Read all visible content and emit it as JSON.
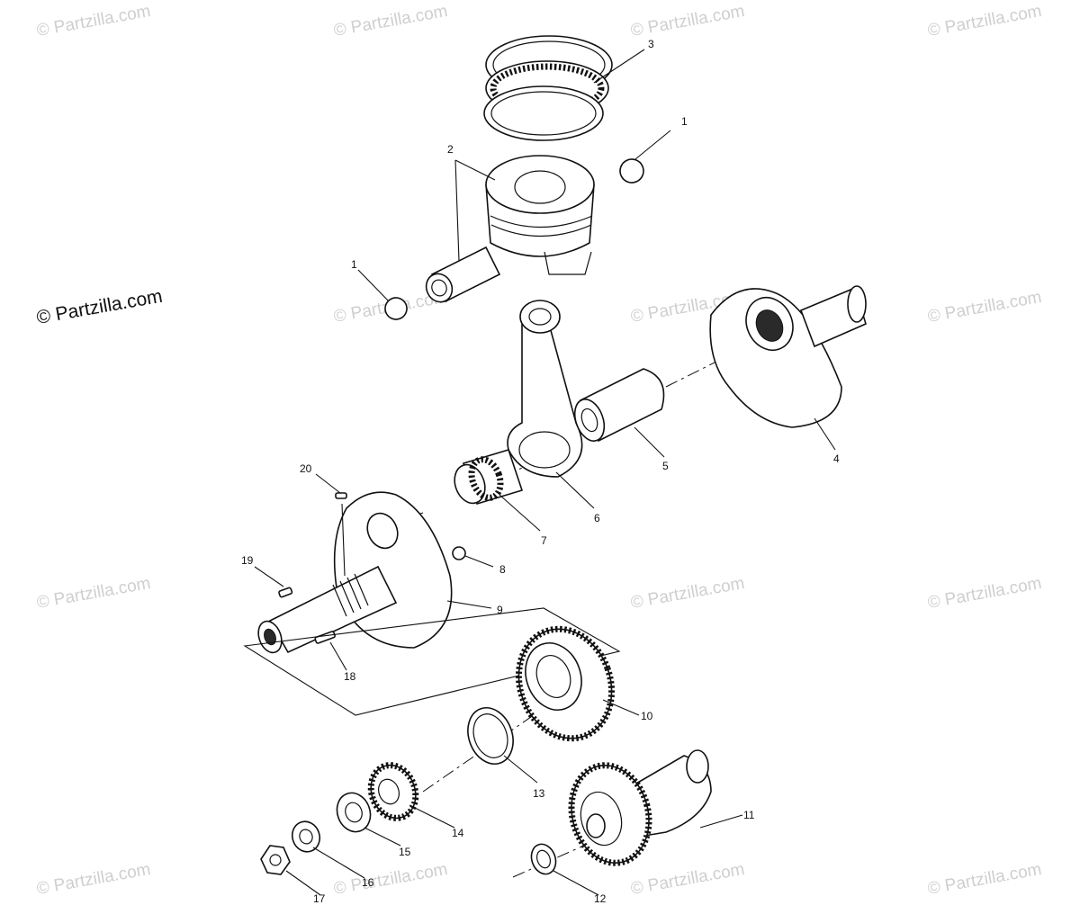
{
  "copyright": "© Partzilla.com",
  "watermark": "© Partzilla.com",
  "callouts": {
    "c1a": "1",
    "c1b": "1",
    "c2": "2",
    "c3": "3",
    "c4": "4",
    "c5": "5",
    "c6": "6",
    "c7": "7",
    "c8": "8",
    "c9": "9",
    "c10": "10",
    "c11": "11",
    "c12": "12",
    "c13": "13",
    "c14": "14",
    "c15": "15",
    "c16": "16",
    "c17": "17",
    "c18": "18",
    "c19": "19",
    "c20": "20"
  }
}
